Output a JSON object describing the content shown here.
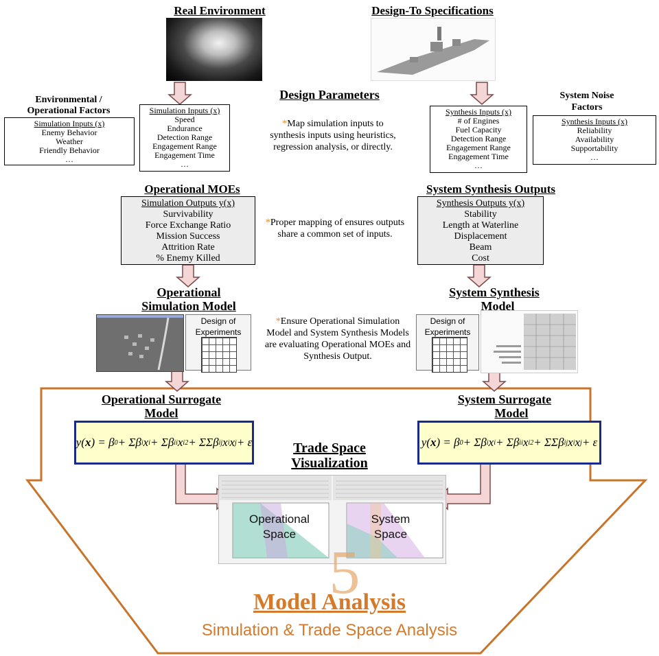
{
  "headings": {
    "real_env": "Real Environment",
    "design_spec": "Design-To Specifications",
    "design_params": "Design Parameters",
    "op_moes": "Operational MOEs",
    "sys_synth_outputs": "System Synthesis Outputs",
    "op_sim_model_l1": "Operational",
    "op_sim_model_l2": "Simulation Model",
    "sys_synth_model_l1": "System Synthesis",
    "sys_synth_model_l2": "Model",
    "op_surrogate_l1": "Operational Surrogate",
    "op_surrogate_l2": "Model",
    "sys_surrogate_l1": "System Surrogate",
    "sys_surrogate_l2": "Model",
    "trade_space_l1": "Trade Space",
    "trade_space_l2": "Visualization"
  },
  "labels": {
    "env_op_factors_l1": "Environmental /",
    "env_op_factors_l2": "Operational Factors",
    "sys_noise_l1": "System Noise",
    "sys_noise_l2": "Factors"
  },
  "boxes": {
    "env_factors": {
      "title": "Simulation Inputs (x)",
      "items": [
        "Enemy Behavior",
        "Weather",
        "Friendly Behavior",
        "…"
      ]
    },
    "sim_inputs": {
      "title": "Simulation Inputs (x)",
      "items": [
        "Speed",
        "Endurance",
        "Detection Range",
        "Engagement Range",
        "Engagement Time",
        "…"
      ]
    },
    "synth_inputs": {
      "title": "Synthesis Inputs (x)",
      "items": [
        "# of Engines",
        "Fuel Capacity",
        "Detection Range",
        "Engagement Range",
        "Engagement Time",
        "…"
      ]
    },
    "noise_factors": {
      "title": "Synthesis Inputs (x)",
      "items": [
        "Reliability",
        "Availability",
        "Supportability",
        "…"
      ]
    },
    "sim_outputs": {
      "title": "Simulation Outputs y(x)",
      "items": [
        "Survivability",
        "Force Exchange Ratio",
        "Mission Success",
        "Attrition Rate",
        "% Enemy Killed"
      ]
    },
    "synth_outputs": {
      "title": "Synthesis Outputs y(x)",
      "items": [
        "Stability",
        "Length at Waterline",
        "Displacement",
        "Beam",
        "Cost"
      ]
    }
  },
  "notes": {
    "note1": "Map simulation inputs to synthesis inputs using heuristics, regression analysis, or directly.",
    "note2": "Proper mapping of ensures outputs share a common set of inputs.",
    "note3": "Ensure Operational Simulation Model and System Synthesis Models are evaluating Operational MOEs and Synthesis Output."
  },
  "doe": {
    "title_l1": "Design of",
    "title_l2": "Experiments"
  },
  "spaces": {
    "op_l1": "Operational",
    "op_l2": "Space",
    "sys_l1": "System",
    "sys_l2": "Space"
  },
  "model_analysis": {
    "number": "5",
    "title": "Model Analysis",
    "subtitle": "Simulation & Trade Space Analysis"
  },
  "colors": {
    "accent_orange": "#d47a2a",
    "eq_border": "#1a2a8a",
    "eq_fill": "#ffffcc",
    "arrow_fill": "#f4d6d6",
    "arrow_stroke": "#7a4a4a"
  }
}
